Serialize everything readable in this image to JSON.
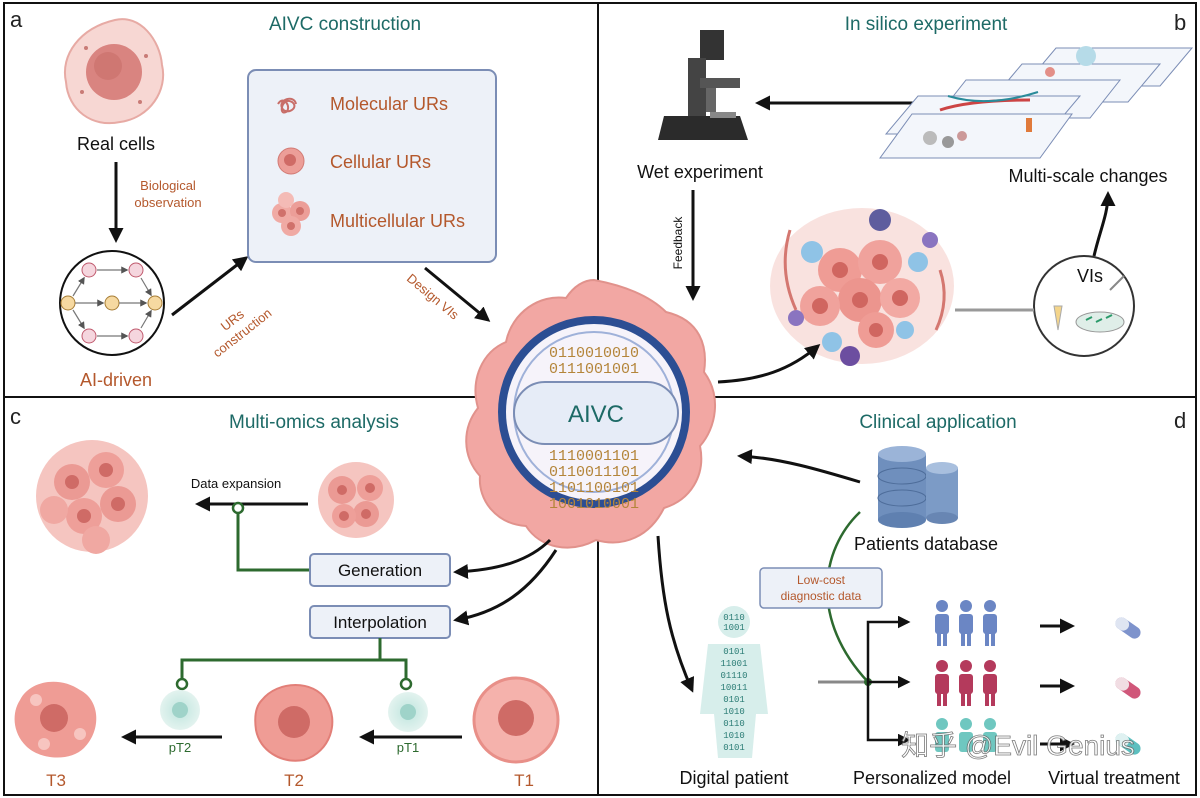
{
  "panels": {
    "a": {
      "letter": "a",
      "title": "AIVC construction"
    },
    "b": {
      "letter": "b",
      "title": "In silico experiment"
    },
    "c": {
      "letter": "c",
      "title": "Multi-omics analysis"
    },
    "d": {
      "letter": "d",
      "title": "Clinical application"
    }
  },
  "panel_a": {
    "real_cells": "Real cells",
    "bio_obs_1": "Biological",
    "bio_obs_2": "observation",
    "ai_driven": "AI-driven",
    "urs_construction_1": "URs",
    "urs_construction_2": "construction",
    "design_vis": "Design VIs",
    "ur_items": [
      "Molecular URs",
      "Cellular URs",
      "Multicellular URs"
    ]
  },
  "panel_b": {
    "wet_experiment": "Wet experiment",
    "multiscale": "Multi-scale changes",
    "feedback": "Feedback",
    "vis": "VIs"
  },
  "center": {
    "label": "AIVC",
    "binary_rows": [
      "0110010010",
      "0111001001",
      "1110001101",
      "0110011101",
      "1101100101",
      "1001010001"
    ]
  },
  "panel_c": {
    "data_expansion": "Data expansion",
    "generation": "Generation",
    "interpolation": "Interpolation",
    "stages": [
      "T3",
      "T2",
      "T1"
    ],
    "pseudo": [
      "pT2",
      "pT1"
    ]
  },
  "panel_d": {
    "patients_database": "Patients database",
    "low_cost_1": "Low-cost",
    "low_cost_2": "diagnostic data",
    "digital_patient": "Digital patient",
    "personalized_model": "Personalized model",
    "virtual_treatment": "Virtual treatment",
    "patient_binary": [
      "0110",
      "1001",
      "0101",
      "11001",
      "01110",
      "10011",
      "0101",
      "1010",
      "0110",
      "1010",
      "0101"
    ]
  },
  "watermark": "知乎 @Evil Genius",
  "colors": {
    "teal_title": "#1d6a66",
    "orange_text": "#b4582c",
    "box_fill": "#edf1f8",
    "box_stroke": "#7b8db5",
    "cell_pink": "#f2a7a3",
    "cell_dark": "#d87b76",
    "ring_blue": "#2c4e93",
    "green_line": "#2d6a2f"
  }
}
